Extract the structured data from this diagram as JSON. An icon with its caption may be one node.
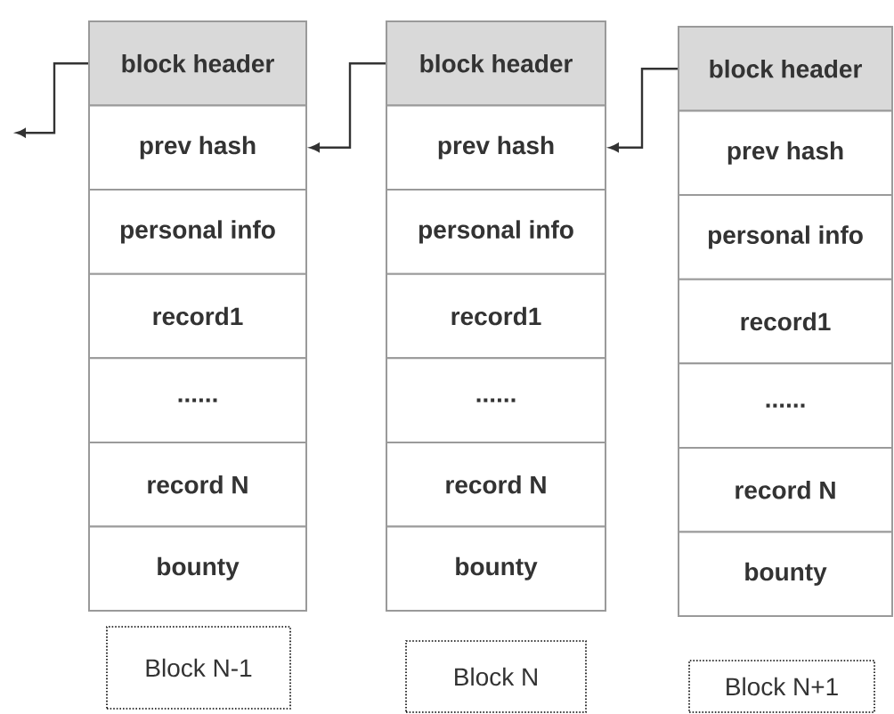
{
  "diagram": {
    "nodes": [
      {
        "text": [
          "block header"
        ]
      },
      {
        "text": [
          "prev hash"
        ]
      },
      {
        "text": [
          "personal info"
        ]
      },
      {
        "text": [
          "record1"
        ]
      },
      {
        "text": [
          "......"
        ]
      },
      {
        "text": [
          "record N"
        ]
      },
      {
        "text": [
          "bounty"
        ]
      },
      {
        "text": [
          "Block N-1"
        ]
      },
      {
        "text": [
          "block header"
        ]
      },
      {
        "text": [
          "prev hash"
        ]
      },
      {
        "text": [
          "personal info"
        ]
      },
      {
        "text": [
          "record1"
        ]
      },
      {
        "text": [
          "......"
        ]
      },
      {
        "text": [
          "record N"
        ]
      },
      {
        "text": [
          "bounty"
        ]
      },
      {
        "text": [
          "Block N"
        ]
      },
      {
        "text": [
          "block header"
        ]
      },
      {
        "text": [
          "prev hash"
        ]
      },
      {
        "text": [
          "personal info"
        ]
      },
      {
        "text": [
          "record1"
        ]
      },
      {
        "text": [
          "......"
        ]
      },
      {
        "text": [
          "record N"
        ]
      },
      {
        "text": [
          "bounty"
        ]
      },
      {
        "text": [
          "Block N+1"
        ]
      }
    ],
    "edges": [
      {
        "from": 0,
        "to": null,
        "arrow": "to"
      },
      {
        "from": 8,
        "to": 1,
        "arrow": "to"
      },
      {
        "from": 16,
        "to": 9,
        "arrow": "to"
      }
    ]
  }
}
